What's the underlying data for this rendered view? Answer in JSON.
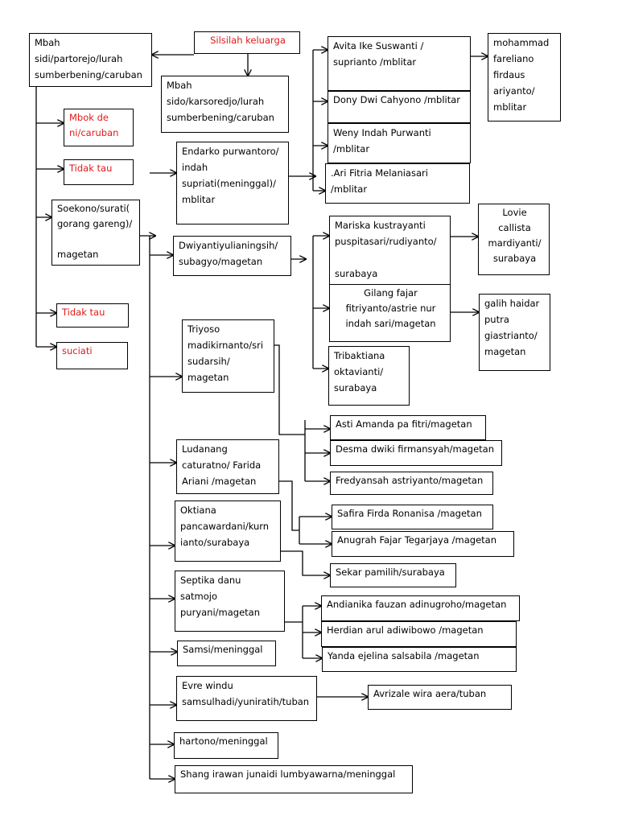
{
  "diagram": {
    "nodes": [
      {
        "id": "mbah-sidi",
        "text": "Mbah\nsidi/partorejo/lurah\nsumberbening/caruban"
      },
      {
        "id": "silsilah",
        "text": "Silsilah keluarga",
        "color": "#e01a1a"
      },
      {
        "id": "mbah-sido",
        "text": "Mbah\nsido/karsoredjo/lurah\nsumberbening/caruban"
      },
      {
        "id": "mbok-deni",
        "text": "Mbok de\nni/caruban",
        "color": "#e01a1a"
      },
      {
        "id": "tidak-tau-1",
        "text": "Tidak tau",
        "color": "#e01a1a"
      },
      {
        "id": "soekono",
        "text": "Soekono/surati(\ngorang gareng)/\n\nmagetan"
      },
      {
        "id": "tidak-tau-2",
        "text": "Tidak tau",
        "color": "#e01a1a"
      },
      {
        "id": "suciati",
        "text": "suciati",
        "color": "#e01a1a"
      },
      {
        "id": "endarko",
        "text": "Endarko purwantoro/\nindah\nsupriati(meninggal)/\nmblitar"
      },
      {
        "id": "dwiyanti",
        "text": "Dwiyantiyulianingsih/\nsubagyo/magetan"
      },
      {
        "id": "triyoso",
        "text": "Triyoso\nmadikirnanto/sri\nsudarsih/\nmagetan"
      },
      {
        "id": "ludanang",
        "text": "Ludanang\ncaturatno/ Farida\nAriani /magetan"
      },
      {
        "id": "oktiana",
        "text": "Oktiana\npancawardani/kurn\nianto/surabaya"
      },
      {
        "id": "septika",
        "text": "Septika danu\nsatmojo\npuryani/magetan"
      },
      {
        "id": "samsi",
        "text": "Samsi/meninggal"
      },
      {
        "id": "evre",
        "text": "Evre windu\nsamsulhadi/yuniratih/tuban"
      },
      {
        "id": "hartono",
        "text": "hartono/meninggal"
      },
      {
        "id": "shang",
        "text": "Shang irawan junaidi lumbyawarna/meninggal"
      },
      {
        "id": "avita",
        "text": "Avita Ike Suswanti /\nsuprianto /mblitar"
      },
      {
        "id": "dony",
        "text": "Dony Dwi Cahyono /mblitar"
      },
      {
        "id": "weny",
        "text": "Weny Indah Purwanti\n/mblitar"
      },
      {
        "id": "ari",
        "text": ".Ari Fitria Melaniasari\n/mblitar"
      },
      {
        "id": "mohammad",
        "text": "mohammad\nfareliano\nfirdaus\nariyanto/\nmblitar"
      },
      {
        "id": "mariska",
        "text": "Mariska kustrayanti\npuspitasari/rudiyanto/\n\nsurabaya"
      },
      {
        "id": "lovie",
        "text": "Lovie\ncallista\nmardiyanti/\nsurabaya"
      },
      {
        "id": "gilang",
        "text": "Gilang fajar\nfitriyanto/astrie nur\nindah sari/magetan"
      },
      {
        "id": "galih",
        "text": "galih haidar\nputra\ngiastrianto/\nmagetan"
      },
      {
        "id": "tribaktiana",
        "text": "Tribaktiana\noktavianti/\nsurabaya"
      },
      {
        "id": "asti",
        "text": "Asti Amanda pa fitri/magetan"
      },
      {
        "id": "desma",
        "text": "Desma dwiki firmansyah/magetan"
      },
      {
        "id": "fredyansah",
        "text": "Fredyansah astriyanto/magetan"
      },
      {
        "id": "safira",
        "text": "Safira Firda Ronanisa /magetan"
      },
      {
        "id": "anugrah",
        "text": "Anugrah Fajar Tegarjaya /magetan"
      },
      {
        "id": "sekar",
        "text": "Sekar pamilih/surabaya"
      },
      {
        "id": "andianika",
        "text": "Andianika fauzan adinugroho/magetan"
      },
      {
        "id": "herdian",
        "text": "Herdian arul adiwibowo /magetan"
      },
      {
        "id": "yanda",
        "text": "Yanda ejelina salsabila /magetan"
      },
      {
        "id": "avrizale",
        "text": "Avrizale wira aera/tuban"
      }
    ]
  }
}
